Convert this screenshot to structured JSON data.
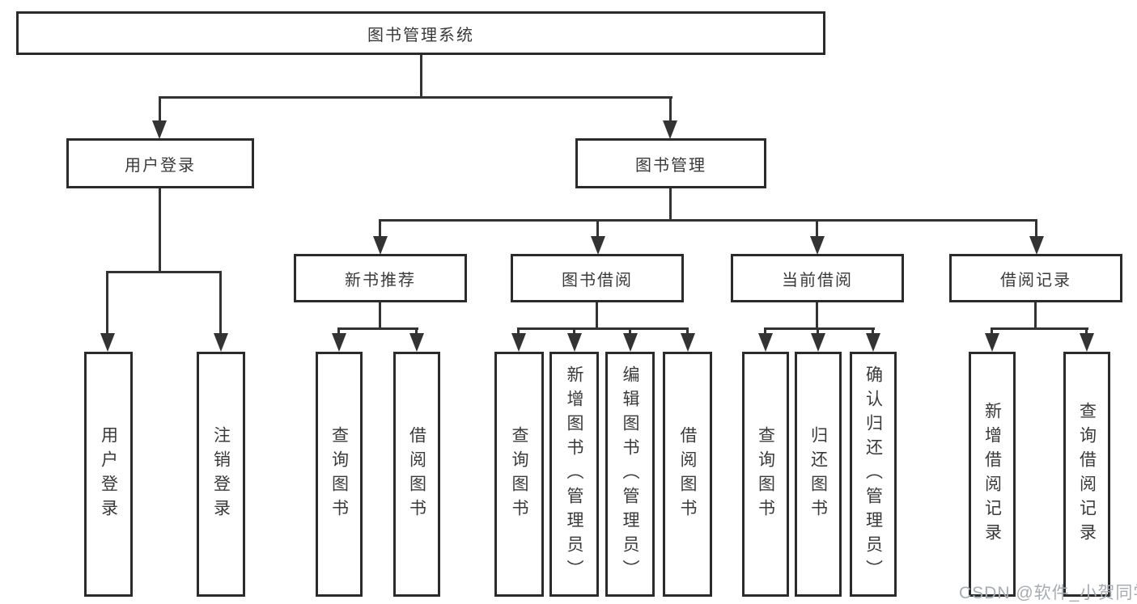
{
  "diagram": {
    "root": {
      "label": "图书管理系统"
    },
    "branches": [
      {
        "label": "用户登录",
        "children": [
          "用户登录",
          "注销登录"
        ]
      },
      {
        "label": "图书管理",
        "children": [
          {
            "label": "新书推荐",
            "children": [
              "查询图书",
              "借阅图书"
            ]
          },
          {
            "label": "图书借阅",
            "children": [
              "查询图书",
              "新增图书（管理员）",
              "编辑图书（管理员）",
              "借阅图书"
            ]
          },
          {
            "label": "当前借阅",
            "children": [
              "查询图书",
              "归还图书",
              "确认归还（管理员）"
            ]
          },
          {
            "label": "借阅记录",
            "children": [
              "新增借阅记录",
              "查询借阅记录"
            ]
          }
        ]
      }
    ],
    "watermark": "CSDN @软件_小贺同学",
    "colors": {
      "line": "#333333",
      "box_border": "#2b2b2b",
      "box_fill": "#ffffff",
      "text": "#3a3a3a",
      "watermark": "#a7acb2",
      "background": "#ffffff"
    }
  }
}
